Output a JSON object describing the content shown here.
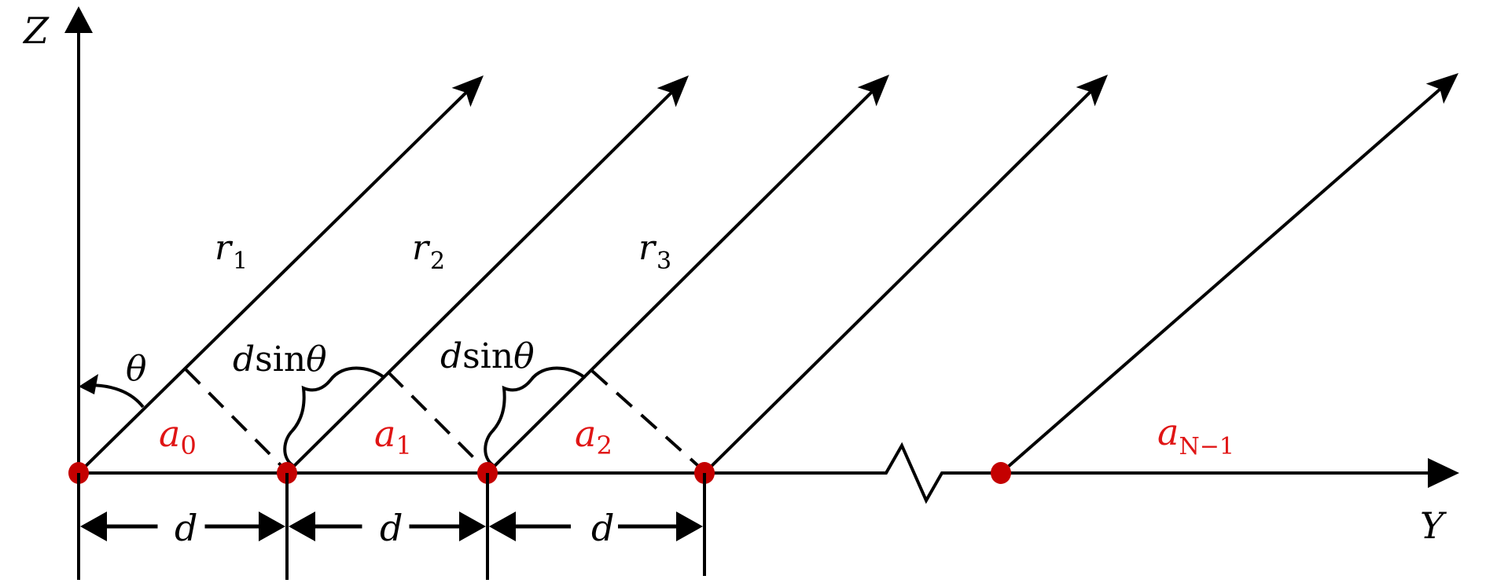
{
  "diagram": {
    "title": "Uniform linear array with plane wave incidence",
    "axes": {
      "z_label": "Z",
      "y_label": "Y"
    },
    "angle_label": "θ",
    "path_difference_label": {
      "prefix": "d",
      "func": "sin",
      "var": "θ"
    },
    "spacing_label": "d",
    "rays": [
      {
        "label": "r",
        "sub": "1"
      },
      {
        "label": "r",
        "sub": "2"
      },
      {
        "label": "r",
        "sub": "3"
      }
    ],
    "elements": [
      {
        "label": "a",
        "sub": "0"
      },
      {
        "label": "a",
        "sub": "1"
      },
      {
        "label": "a",
        "sub": "2"
      },
      {
        "label": "",
        "sub": ""
      },
      {
        "label": "a",
        "sub": "N−1"
      }
    ],
    "colors": {
      "line": "#000000",
      "element_dot": "#c40000",
      "element_label": "#e01515"
    }
  }
}
